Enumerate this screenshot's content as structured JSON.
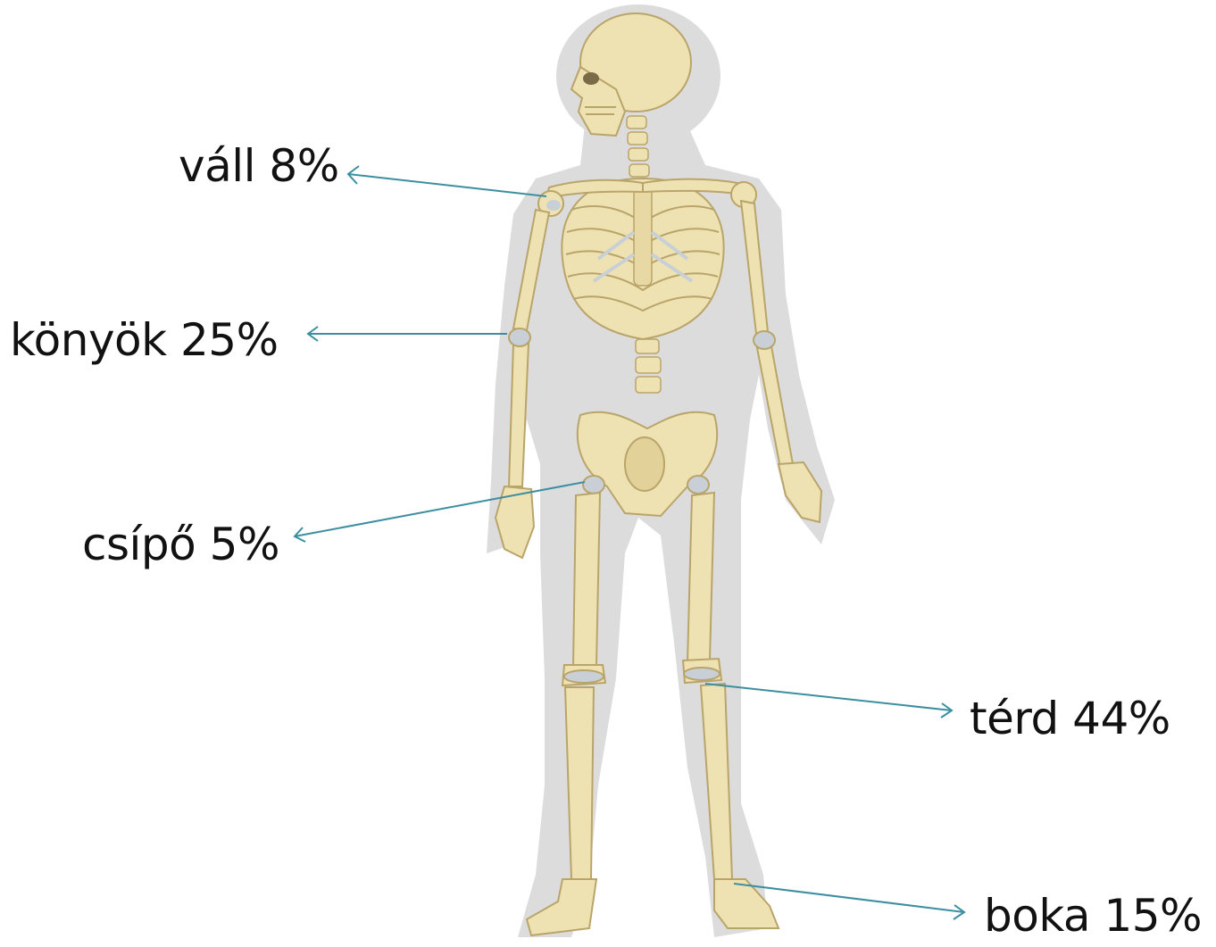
{
  "labels": {
    "shoulder": "váll 8%",
    "elbow": "könyök 25%",
    "hip": "csípő 5%",
    "knee": "térd 44%",
    "ankle": "boka 15%"
  },
  "colors": {
    "bone": "#efe2b2",
    "bone_shade": "#d2bf86",
    "cartilage": "#c9cfd6",
    "body_silhouette": "#dcdcdc",
    "leader_line": "#3b8fa0",
    "text": "#111111"
  }
}
